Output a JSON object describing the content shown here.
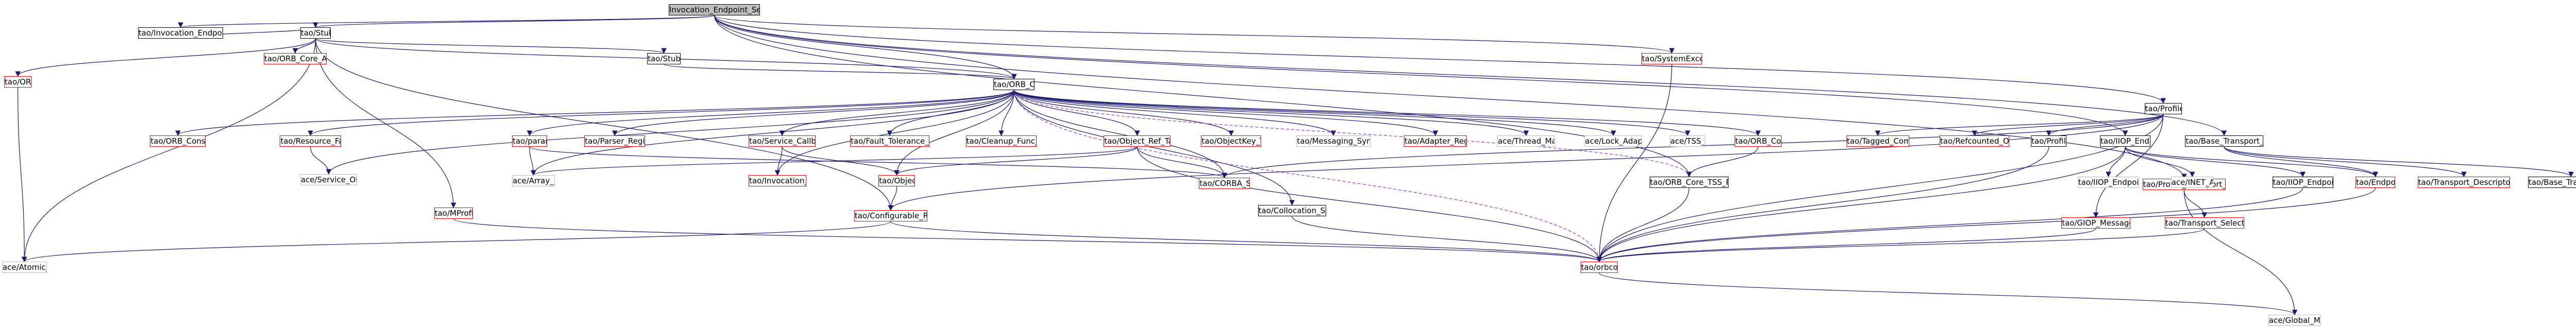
{
  "colors": {
    "node_border_dark": "#000000",
    "node_border_missing": "#ff0000",
    "node_border_plain": "#bfbfbf",
    "root_fill": "#bfbfbf",
    "edge_solid": "#191970",
    "edge_dashed": "#9a32cd"
  },
  "nodes": [
    {
      "id": "root",
      "label": "Invocation_Endpoint_Selectors.cpp",
      "style": "root"
    },
    {
      "id": "ies_h",
      "label": "tao/Invocation_Endpoint_Selectors.h",
      "style": "dark"
    },
    {
      "id": "stub_h",
      "label": "tao/Stub.h",
      "style": "dark"
    },
    {
      "id": "orb_h",
      "label": "tao/ORB.h",
      "style": "red"
    },
    {
      "id": "orb_core_auto_ptr",
      "label": "tao/ORB_Core_Auto_Ptr.h",
      "style": "red"
    },
    {
      "id": "stub_inl",
      "label": "tao/Stub.inl",
      "style": "dark"
    },
    {
      "id": "orb_core_h",
      "label": "tao/ORB_Core.h",
      "style": "dark"
    },
    {
      "id": "profile_h",
      "label": "tao/Profile.h",
      "style": "dark"
    },
    {
      "id": "system_exception",
      "label": "tao/SystemException.h",
      "style": "red"
    },
    {
      "id": "orb_constants",
      "label": "tao/ORB_Constants.h",
      "style": "red"
    },
    {
      "id": "resource_factory",
      "label": "tao/Resource_Factory.h",
      "style": "red"
    },
    {
      "id": "params_h",
      "label": "tao/params.h",
      "style": "red"
    },
    {
      "id": "parser_registry",
      "label": "tao/Parser_Registry.h",
      "style": "red"
    },
    {
      "id": "service_callbacks",
      "label": "tao/Service_Callbacks.h",
      "style": "red"
    },
    {
      "id": "fault_tolerance",
      "label": "tao/Fault_Tolerance_Service.h",
      "style": "red"
    },
    {
      "id": "cleanup_func",
      "label": "tao/Cleanup_Func_Registry.h",
      "style": "red"
    },
    {
      "id": "object_ref_table",
      "label": "tao/Object_Ref_Table.h",
      "style": "red"
    },
    {
      "id": "objectkey_table",
      "label": "tao/ObjectKey_Table.h",
      "style": "red"
    },
    {
      "id": "messaging_sync",
      "label": "tao/Messaging_SyncScopeC.h",
      "style": "plain"
    },
    {
      "id": "adapter_registry",
      "label": "tao/Adapter_Registry.h",
      "style": "red"
    },
    {
      "id": "thread_manager",
      "label": "ace/Thread_Manager.h",
      "style": "plain"
    },
    {
      "id": "lock_adapter",
      "label": "ace/Lock_Adapter_T.h",
      "style": "plain"
    },
    {
      "id": "tss_t",
      "label": "ace/TSS_T.h",
      "style": "plain"
    },
    {
      "id": "orb_core_inl",
      "label": "tao/ORB_Core.inl",
      "style": "red"
    },
    {
      "id": "tagged_components",
      "label": "tao/Tagged_Components.h",
      "style": "red"
    },
    {
      "id": "refcounted_objectkey",
      "label": "tao/Refcounted_ObjectKey.h",
      "style": "red"
    },
    {
      "id": "profile_inl",
      "label": "tao/Profile.inl",
      "style": "dark"
    },
    {
      "id": "iiop_endpoint_h",
      "label": "tao/IIOP_Endpoint.h",
      "style": "dark"
    },
    {
      "id": "base_transport_property_h",
      "label": "tao/Base_Transport_Property.h",
      "style": "dark"
    },
    {
      "id": "profile_transport_resolver",
      "label": "tao/Profile_Transport_Resolver.h",
      "style": "red"
    },
    {
      "id": "service_object",
      "label": "ace/Service_Object.h",
      "style": "plain"
    },
    {
      "id": "array_map",
      "label": "ace/Array_Map.h",
      "style": "plain"
    },
    {
      "id": "invocation_utils",
      "label": "tao/Invocation_Utils.h",
      "style": "red"
    },
    {
      "id": "object_h",
      "label": "tao/Object.h",
      "style": "red"
    },
    {
      "id": "corba_string",
      "label": "tao/CORBA_String.h",
      "style": "red"
    },
    {
      "id": "orb_core_tss",
      "label": "tao/ORB_Core_TSS_Resources.h",
      "style": "dark"
    },
    {
      "id": "iiop_endpointsc",
      "label": "tao/IIOP_EndpointsC.h",
      "style": "plain"
    },
    {
      "id": "inet_addr",
      "label": "ace/INET_Addr.h",
      "style": "plain"
    },
    {
      "id": "iiop_endpoint_inl",
      "label": "tao/IIOP_Endpoint.inl",
      "style": "dark"
    },
    {
      "id": "endpoint_h",
      "label": "tao/Endpoint.h",
      "style": "red"
    },
    {
      "id": "transport_descriptor",
      "label": "tao/Transport_Descriptor_Interface.h",
      "style": "red"
    },
    {
      "id": "base_transport_property_inl",
      "label": "tao/Base_Transport_Property.inl",
      "style": "dark"
    },
    {
      "id": "mprofile",
      "label": "tao/MProfile.h",
      "style": "red"
    },
    {
      "id": "configurable_refcount",
      "label": "tao/Configurable_Refcount.h",
      "style": "red"
    },
    {
      "id": "collocation_strategy",
      "label": "tao/Collocation_Strategy.h",
      "style": "dark"
    },
    {
      "id": "giop_message_version",
      "label": "tao/GIOP_Message_Version.h",
      "style": "red"
    },
    {
      "id": "transport_selection_guard",
      "label": "tao/Transport_Selection_Guard.h",
      "style": "red"
    },
    {
      "id": "atomic_op",
      "label": "ace/Atomic_Op.h",
      "style": "plain"
    },
    {
      "id": "orbconf",
      "label": "tao/orbconf.h",
      "style": "red"
    },
    {
      "id": "global_macros",
      "label": "ace/Global_Macros.h",
      "style": "plain"
    }
  ],
  "edges": [
    {
      "from": "root",
      "to": "ies_h"
    },
    {
      "from": "root",
      "to": "stub_h"
    },
    {
      "from": "root",
      "to": "orb_core_h"
    },
    {
      "from": "root",
      "to": "profile_h"
    },
    {
      "from": "root",
      "to": "iiop_endpoint_h"
    },
    {
      "from": "root",
      "to": "base_transport_property_h"
    },
    {
      "from": "root",
      "to": "profile_transport_resolver"
    },
    {
      "from": "root",
      "to": "system_exception"
    },
    {
      "from": "root",
      "to": "orb_core_tss"
    },
    {
      "from": "ies_h",
      "to": "stub_h"
    },
    {
      "from": "stub_h",
      "to": "orb_h"
    },
    {
      "from": "stub_h",
      "to": "orb_core_auto_ptr"
    },
    {
      "from": "stub_h",
      "to": "stub_inl"
    },
    {
      "from": "stub_h",
      "to": "mprofile"
    },
    {
      "from": "stub_h",
      "to": "atomic_op"
    },
    {
      "from": "stub_h",
      "to": "configurable_refcount"
    },
    {
      "from": "stub_h",
      "to": "orb_core_h"
    },
    {
      "from": "orb_h",
      "to": "atomic_op"
    },
    {
      "from": "stub_inl",
      "to": "orb_core_h"
    },
    {
      "from": "orb_core_h",
      "to": "orb_constants"
    },
    {
      "from": "orb_core_h",
      "to": "resource_factory"
    },
    {
      "from": "orb_core_h",
      "to": "params_h"
    },
    {
      "from": "orb_core_h",
      "to": "parser_registry"
    },
    {
      "from": "orb_core_h",
      "to": "service_callbacks"
    },
    {
      "from": "orb_core_h",
      "to": "fault_tolerance"
    },
    {
      "from": "orb_core_h",
      "to": "cleanup_func"
    },
    {
      "from": "orb_core_h",
      "to": "object_ref_table"
    },
    {
      "from": "orb_core_h",
      "to": "objectkey_table"
    },
    {
      "from": "orb_core_h",
      "to": "messaging_sync"
    },
    {
      "from": "orb_core_h",
      "to": "adapter_registry"
    },
    {
      "from": "orb_core_h",
      "to": "thread_manager"
    },
    {
      "from": "orb_core_h",
      "to": "lock_adapter"
    },
    {
      "from": "orb_core_h",
      "to": "tss_t"
    },
    {
      "from": "orb_core_h",
      "to": "orb_core_inl"
    },
    {
      "from": "orb_core_h",
      "to": "orb_core_tss"
    },
    {
      "from": "orb_core_h",
      "to": "object_h"
    },
    {
      "from": "orb_core_h",
      "to": "invocation_utils"
    },
    {
      "from": "orb_core_h",
      "to": "collocation_strategy"
    },
    {
      "from": "orb_core_h",
      "to": "array_map"
    },
    {
      "from": "orb_core_h",
      "to": "corba_string"
    },
    {
      "from": "orb_core_h",
      "to": "orbconf"
    },
    {
      "from": "orb_core_h",
      "to": "service_object"
    },
    {
      "from": "resource_factory",
      "to": "service_object"
    },
    {
      "from": "params_h",
      "to": "array_map"
    },
    {
      "from": "params_h",
      "to": "corba_string"
    },
    {
      "from": "service_callbacks",
      "to": "invocation_utils"
    },
    {
      "from": "service_callbacks",
      "to": "object_h"
    },
    {
      "from": "object_ref_table",
      "to": "array_map"
    },
    {
      "from": "object_ref_table",
      "to": "object_h"
    },
    {
      "from": "object_ref_table",
      "to": "corba_string"
    },
    {
      "from": "object_ref_table",
      "to": "orbconf"
    },
    {
      "from": "object_h",
      "to": "configurable_refcount"
    },
    {
      "from": "orb_core_inl",
      "to": "orb_core_tss"
    },
    {
      "from": "orb_core_tss",
      "to": "orbconf"
    },
    {
      "from": "profile_h",
      "to": "tagged_components"
    },
    {
      "from": "profile_h",
      "to": "refcounted_objectkey"
    },
    {
      "from": "profile_h",
      "to": "profile_inl"
    },
    {
      "from": "profile_h",
      "to": "giop_message_version"
    },
    {
      "from": "profile_h",
      "to": "corba_string"
    },
    {
      "from": "profile_h",
      "to": "configurable_refcount"
    },
    {
      "from": "profile_h",
      "to": "orbconf"
    },
    {
      "from": "profile_inl",
      "to": "orbconf"
    },
    {
      "from": "iiop_endpoint_h",
      "to": "iiop_endpointsc"
    },
    {
      "from": "iiop_endpoint_h",
      "to": "inet_addr"
    },
    {
      "from": "iiop_endpoint_h",
      "to": "iiop_endpoint_inl"
    },
    {
      "from": "iiop_endpoint_h",
      "to": "endpoint_h"
    },
    {
      "from": "iiop_endpoint_h",
      "to": "orbconf"
    },
    {
      "from": "iiop_endpoint_inl",
      "to": "orbconf"
    },
    {
      "from": "endpoint_h",
      "to": "orbconf"
    },
    {
      "from": "base_transport_property_h",
      "to": "endpoint_h"
    },
    {
      "from": "base_transport_property_h",
      "to": "transport_descriptor"
    },
    {
      "from": "base_transport_property_h",
      "to": "base_transport_property_inl"
    },
    {
      "from": "profile_transport_resolver",
      "to": "transport_selection_guard"
    },
    {
      "from": "profile_transport_resolver",
      "to": "global_macros"
    },
    {
      "from": "transport_selection_guard",
      "to": "orbconf"
    },
    {
      "from": "system_exception",
      "to": "orbconf"
    },
    {
      "from": "mprofile",
      "to": "orbconf"
    },
    {
      "from": "configurable_refcount",
      "to": "atomic_op"
    },
    {
      "from": "configurable_refcount",
      "to": "orbconf"
    },
    {
      "from": "giop_message_version",
      "to": "orbconf"
    },
    {
      "from": "collocation_strategy",
      "to": "orbconf"
    },
    {
      "from": "orbconf",
      "to": "global_macros"
    }
  ]
}
